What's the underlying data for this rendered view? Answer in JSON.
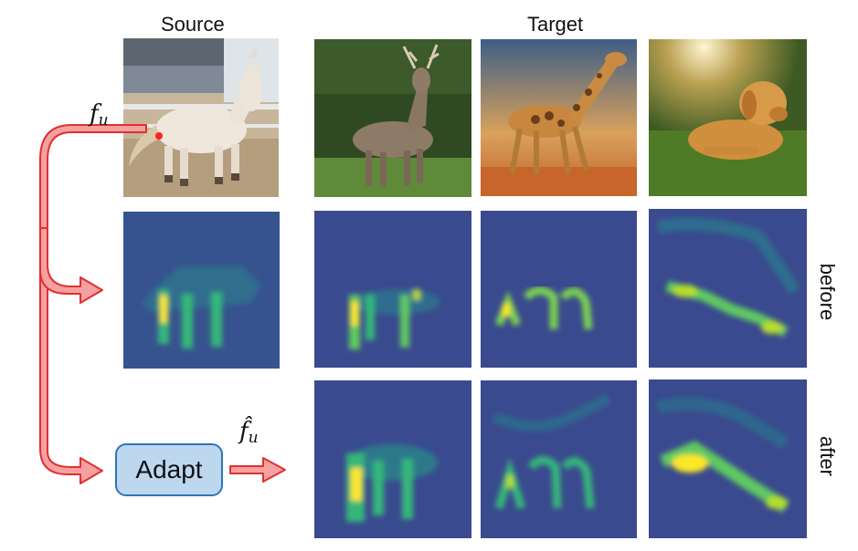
{
  "titles": {
    "source": "Source",
    "target": "Target"
  },
  "row_labels": {
    "before": "before",
    "after": "after"
  },
  "feature_labels": {
    "fu_base": "f",
    "fu_sub": "u",
    "fhat_base": "f̂",
    "fhat_sub": "u"
  },
  "adapt_label": "Adapt",
  "colors": {
    "arrow_fill": "#f6a1a1",
    "arrow_stroke": "#e03030",
    "adapt_fill": "#bdd7ee",
    "adapt_border": "#2e75b6",
    "heat_low": "#3a3a8c",
    "heat_mid": "#21908c",
    "heat_high": "#fde725",
    "query_point": "#ff2020"
  },
  "images": [
    {
      "name": "source-horse-photo",
      "subject": "horse"
    },
    {
      "name": "target-deer-photo",
      "subject": "deer"
    },
    {
      "name": "target-giraffe-photo",
      "subject": "giraffe"
    },
    {
      "name": "target-dog-photo",
      "subject": "dog"
    }
  ]
}
